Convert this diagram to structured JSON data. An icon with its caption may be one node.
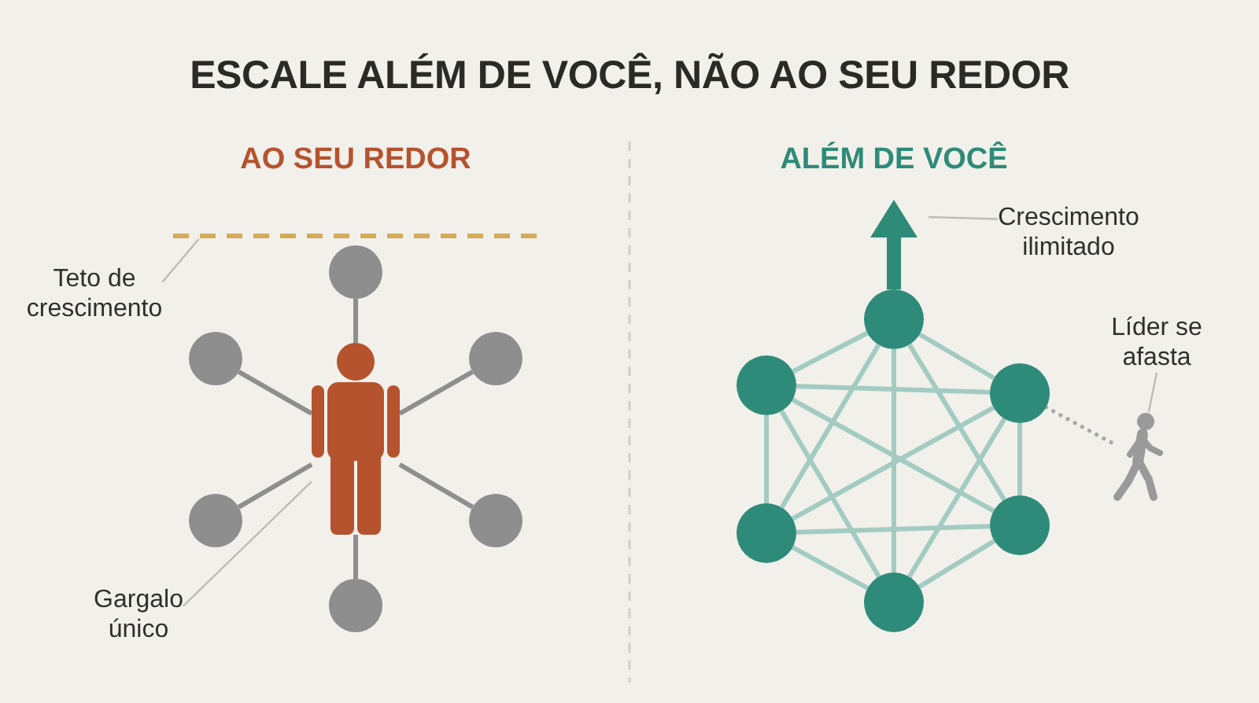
{
  "diagram": {
    "title": "ESCALE ALÉM DE VOCÊ, NÃO AO SEU REDOR",
    "nodes": [
      {
        "text": [],
        "shape": "line"
      },
      {
        "text": [
          "Teto de crescimento"
        ]
      },
      {
        "text": [],
        "shape": "circle"
      },
      {
        "text": [],
        "shape": "circle"
      },
      {
        "text": [],
        "shape": "circle"
      },
      {
        "text": [],
        "shape": "person"
      },
      {
        "text": [],
        "shape": "circle"
      },
      {
        "text": [],
        "shape": "circle"
      },
      {
        "text": [
          "Gargalo único"
        ]
      },
      {
        "text": [],
        "shape": "circle"
      },
      {
        "text": [
          "Crescimento ilimitado"
        ]
      },
      {
        "text": [],
        "shape": "circle"
      },
      {
        "text": [
          "Líder se afasta"
        ]
      },
      {
        "text": [],
        "shape": "circle"
      },
      {
        "text": [],
        "shape": "circle"
      },
      {
        "text": [],
        "shape": "person"
      },
      {
        "text": [],
        "shape": "circle"
      },
      {
        "text": [],
        "shape": "circle"
      },
      {
        "text": [],
        "shape": "circle"
      }
    ],
    "edges": [
      {
        "from": 1,
        "to": 0,
        "arrow": "none",
        "color": "#bdbdb8"
      },
      {
        "from": 5,
        "to": 2,
        "arrow": "none",
        "color": "#8e8e8e"
      },
      {
        "from": 5,
        "to": 3,
        "arrow": "none",
        "color": "#8e8e8e"
      },
      {
        "from": 5,
        "to": 4,
        "arrow": "none",
        "color": "#8e8e8e"
      },
      {
        "from": 5,
        "to": 6,
        "arrow": "none",
        "color": "#8e8e8e"
      },
      {
        "from": 5,
        "to": 7,
        "arrow": "none",
        "color": "#8e8e8e"
      },
      {
        "from": 5,
        "to": 9,
        "arrow": "none",
        "color": "#8e8e8e"
      },
      {
        "from": 8,
        "to": 5,
        "arrow": "none",
        "color": "#bdbdb8"
      },
      {
        "from": 11,
        "to": null,
        "arrow": "to",
        "style": "thick",
        "color": "#2e8b78"
      },
      {
        "from": 10,
        "to": null,
        "arrow": "none",
        "color": "#bdbdb8"
      },
      {
        "from": 12,
        "to": 15,
        "arrow": "none",
        "color": "#bdbdb8"
      },
      {
        "from": 11,
        "to": 13,
        "arrow": "none"
      },
      {
        "from": 11,
        "to": 14,
        "arrow": "none"
      },
      {
        "from": 11,
        "to": 16,
        "arrow": "none"
      },
      {
        "from": 11,
        "to": 17,
        "arrow": "none"
      },
      {
        "from": 11,
        "to": 18,
        "arrow": "none"
      },
      {
        "from": 13,
        "to": 14,
        "arrow": "none"
      },
      {
        "from": 13,
        "to": 16,
        "arrow": "none"
      },
      {
        "from": 13,
        "to": 17,
        "arrow": "none"
      },
      {
        "from": 13,
        "to": 18,
        "arrow": "none"
      },
      {
        "from": 14,
        "to": 16,
        "arrow": "none"
      },
      {
        "from": 14,
        "to": 17,
        "arrow": "none"
      },
      {
        "from": 14,
        "to": 18,
        "arrow": "none"
      },
      {
        "from": 16,
        "to": 17,
        "arrow": "none"
      },
      {
        "from": 16,
        "to": 18,
        "arrow": "none"
      },
      {
        "from": 17,
        "to": 18,
        "arrow": "none"
      },
      {
        "from": 14,
        "to": 15,
        "arrow": "none",
        "style": "dashed",
        "color": "#a8a8a8"
      }
    ],
    "labels": [
      "AO SEU REDOR",
      "ALÉM DE VOCÊ"
    ]
  }
}
